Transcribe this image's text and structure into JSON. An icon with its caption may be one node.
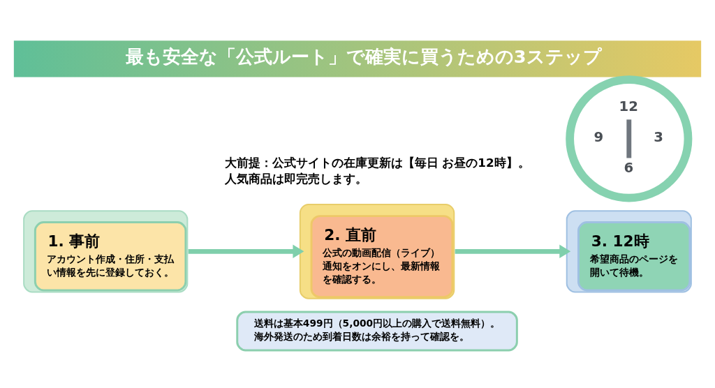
{
  "diagram": {
    "title": "最も安全な「公式ルート」で確実に買うための3ステップ",
    "nodes": [
      {
        "text": [
          "1. 事前",
          "アカウント作成・住所・支払い情報を先に登録しておく。"
        ]
      },
      {
        "text": [
          "2. 直前",
          "公式の動画配信（ライブ）通知をオンにし、最新情報を確認する。"
        ]
      },
      {
        "text": [
          "3. 12時",
          "希望商品のページを開いて待機。"
        ]
      },
      {
        "text": [
          "12",
          "9",
          "3",
          "6"
        ]
      },
      {
        "text": [
          "送料は基本499円（5,000円以上の購入で送料無料）。海外発送のため到着日数は余裕を持って確認を。"
        ]
      }
    ],
    "edges": [
      {
        "from": 0,
        "to": 1,
        "arrow": "to"
      },
      {
        "from": 1,
        "to": 2,
        "arrow": "to"
      }
    ],
    "labels": [
      "大前提：公式サイトの在庫更新は【毎日 お昼の12時】。人気商品は即完売します。"
    ]
  }
}
